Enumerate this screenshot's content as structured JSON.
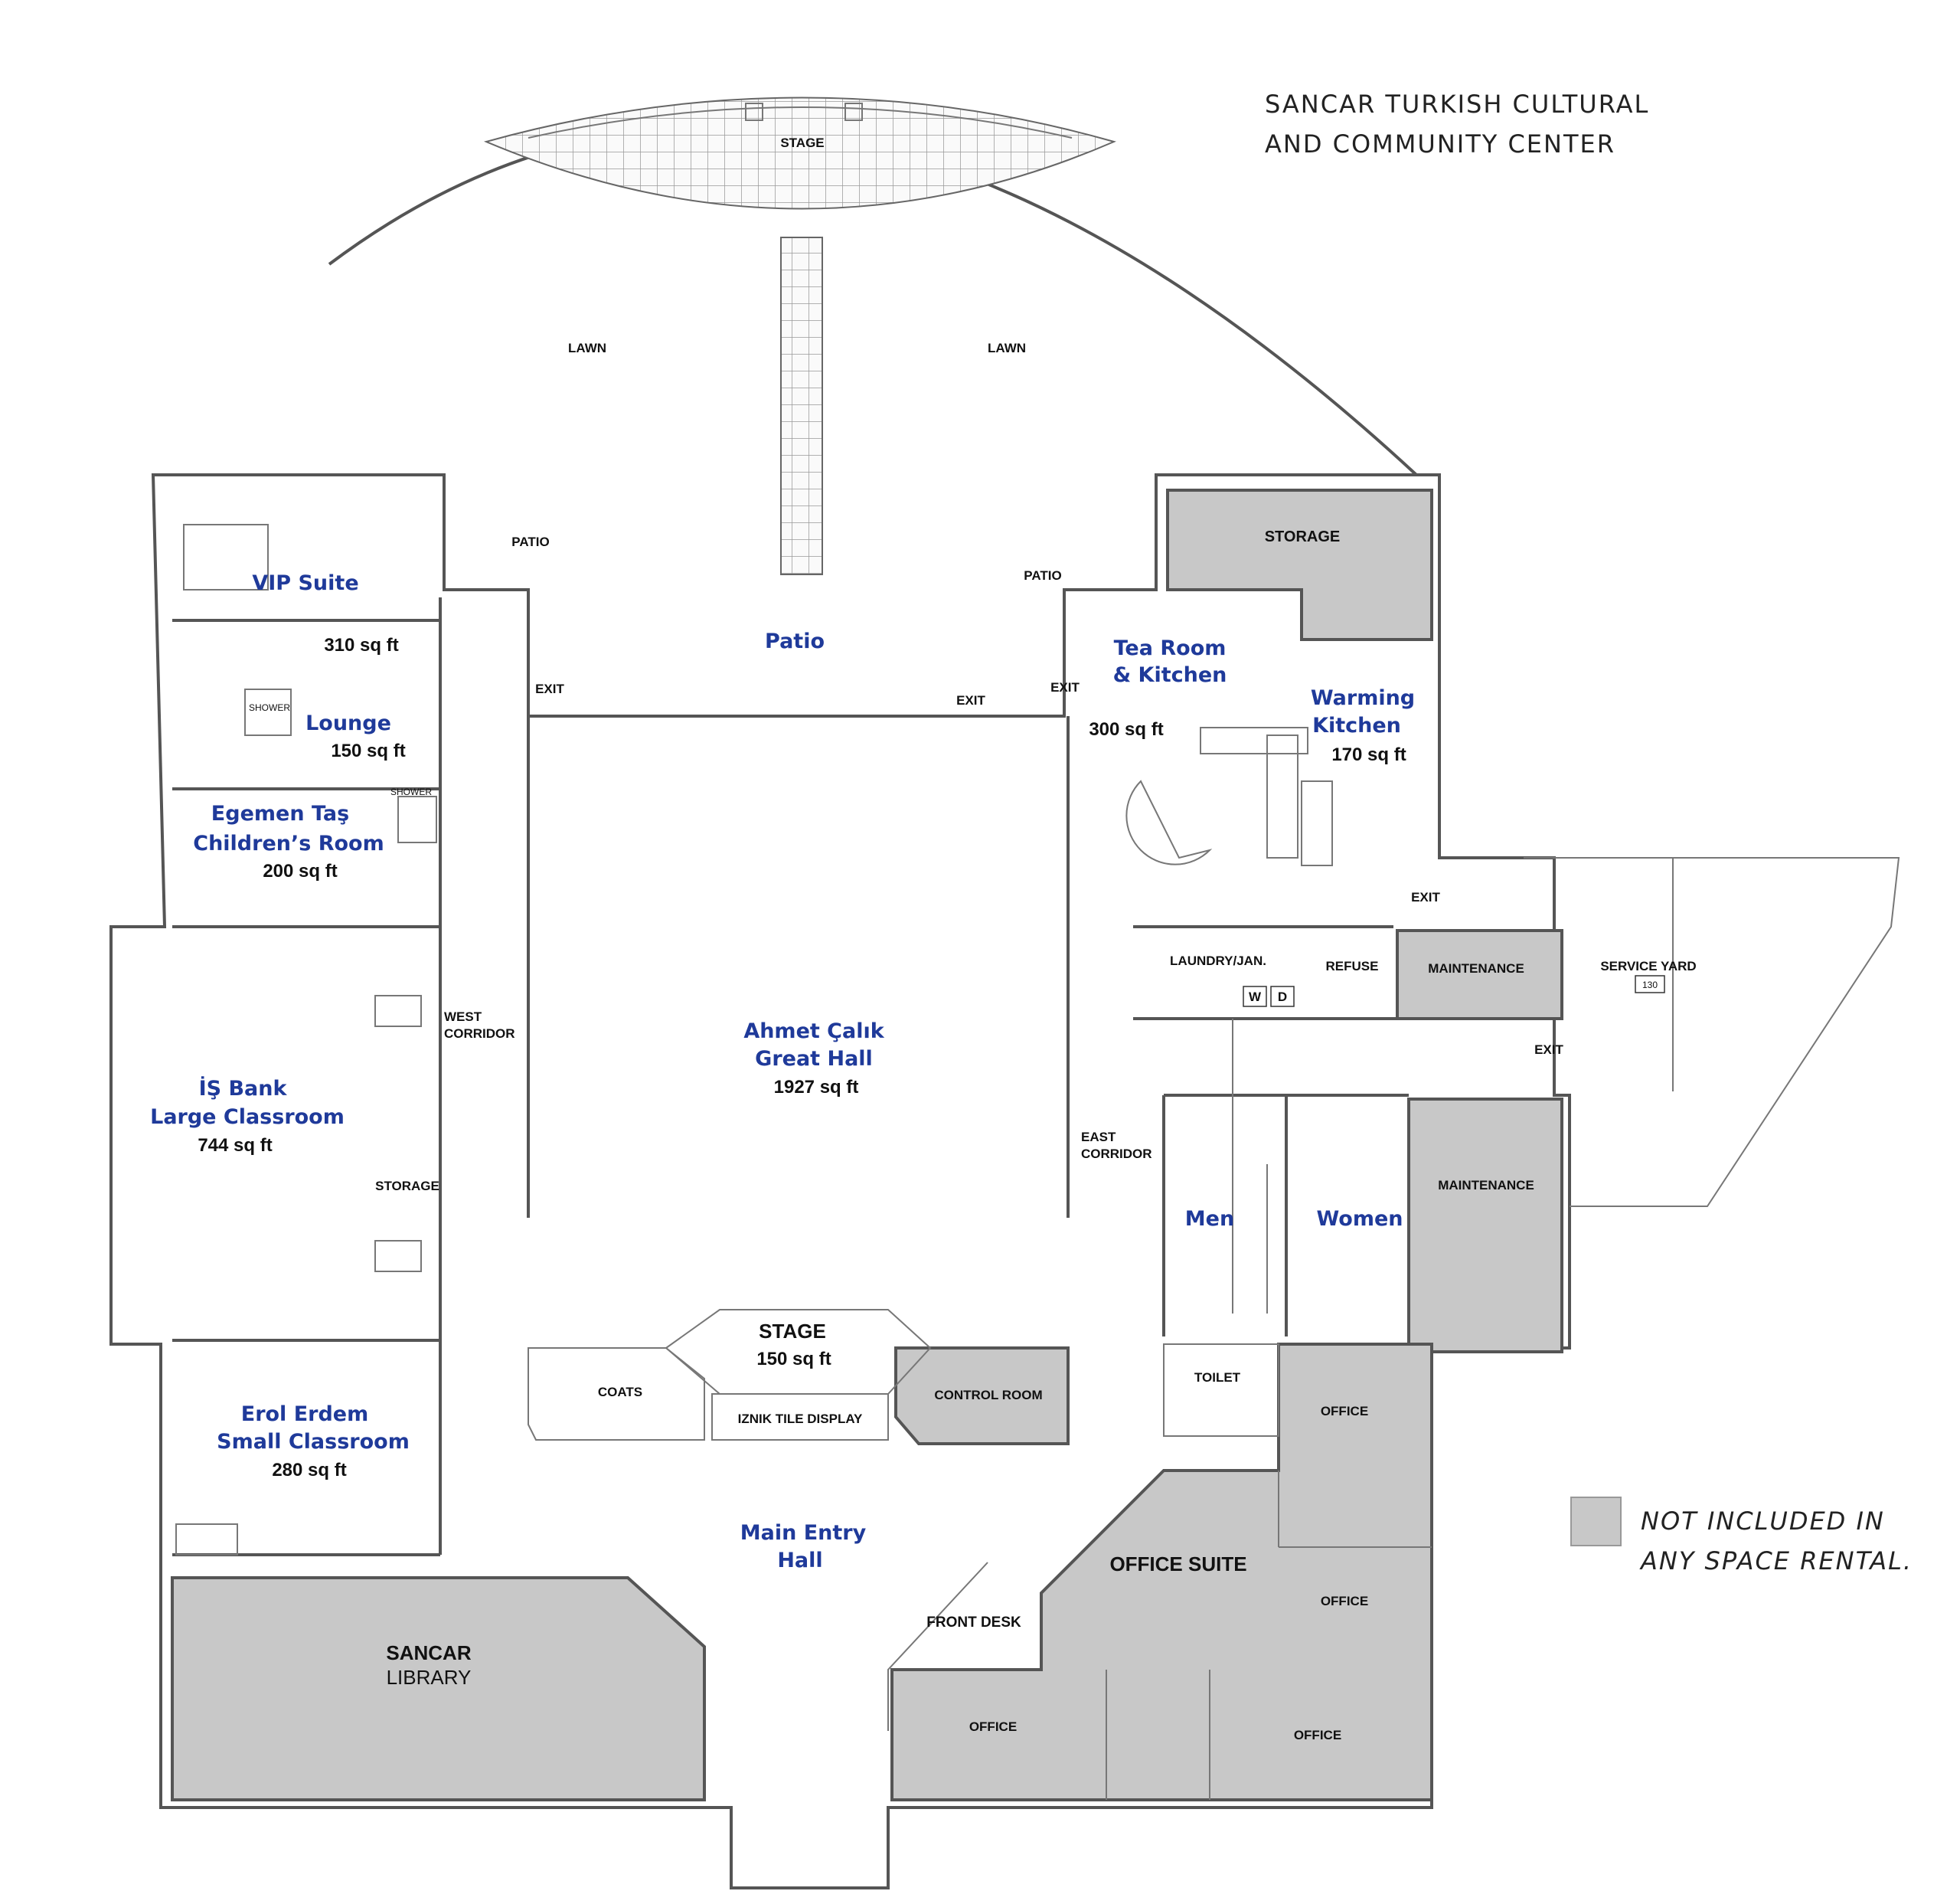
{
  "title": {
    "line1": "SANCAR TURKISH CULTURAL",
    "line2": "AND COMMUNITY CENTER"
  },
  "legend": {
    "line1": "NOT INCLUDED IN",
    "line2": "ANY SPACE RENTAL.",
    "swatch_color": "#c8c8c8"
  },
  "outdoor": {
    "stage": "STAGE",
    "lawn_left": "LAWN",
    "lawn_right": "LAWN",
    "patio_left": "PATIO",
    "patio_right": "PATIO",
    "service_yard": "SERVICE YARD",
    "service_yard_num": "130"
  },
  "rooms": {
    "vip_suite": {
      "name": "VIP Suite",
      "area": "310 sq ft"
    },
    "lounge": {
      "name": "Lounge",
      "area": "150 sq ft"
    },
    "childrens_room": {
      "name1": "Egemen Taş",
      "name2": "Children’s Room",
      "area": "200 sq ft"
    },
    "large_classroom": {
      "name1": "İŞ Bank",
      "name2": "Large Classroom",
      "area": "744 sq ft"
    },
    "small_classroom": {
      "name1": "Erol Erdem",
      "name2": "Small Classroom",
      "area": "280 sq ft"
    },
    "patio": {
      "name": "Patio"
    },
    "great_hall": {
      "name1": "Ahmet Çalık",
      "name2": "Great Hall",
      "area": "1927 sq ft"
    },
    "tea_room": {
      "name1": "Tea Room",
      "name2": "& Kitchen",
      "area": "300 sq ft"
    },
    "warming_kitchen": {
      "name1": "Warming",
      "name2": "Kitchen",
      "area": "170 sq ft"
    },
    "stage": {
      "name": "STAGE",
      "area": "150 sq ft"
    },
    "men": {
      "name": "Men"
    },
    "women": {
      "name": "Women"
    },
    "main_entry": {
      "name1": "Main Entry",
      "name2": "Hall"
    },
    "library": {
      "name1": "SANCAR",
      "name2": "LIBRARY"
    }
  },
  "labels": {
    "exit": "EXIT",
    "shower": "SHOWER",
    "west_corridor_1": "WEST",
    "west_corridor_2": "CORRIDOR",
    "east_corridor_1": "EAST",
    "east_corridor_2": "CORRIDOR",
    "storage_west": "STORAGE",
    "storage_east": "STORAGE",
    "laundry": "LAUNDRY/JAN.",
    "refuse": "REFUSE",
    "maintenance": "MAINTENANCE",
    "coats": "COATS",
    "iznik": "IZNIK TILE DISPLAY",
    "control_room": "CONTROL ROOM",
    "toilet": "TOILET",
    "office": "OFFICE",
    "office_suite": "OFFICE SUITE",
    "front_desk": "FRONT DESK",
    "washer": "W",
    "dryer": "D"
  }
}
